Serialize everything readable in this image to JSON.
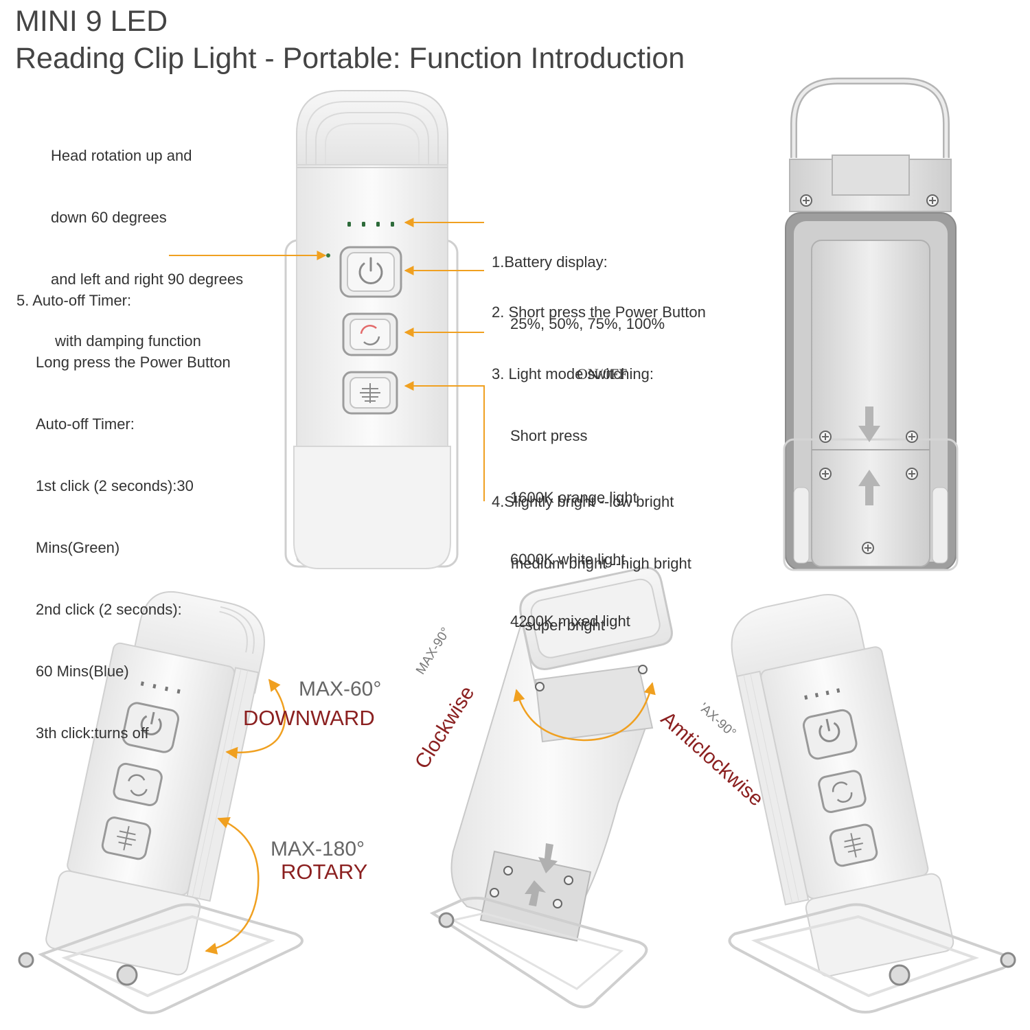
{
  "header": {
    "line1": "MINI 9 LED",
    "line2": "Reading Clip Light - Portable: Function Introduction"
  },
  "notes": {
    "head_rotation": [
      "Head rotation up and",
      "down 60 degrees",
      "and left and right 90 degrees",
      " with damping function"
    ],
    "auto_off": [
      "5. Auto-off Timer:",
      "Long press the Power Button",
      "Auto-off Timer:",
      "1st click (2 seconds):30",
      "Mins(Green)",
      "2nd click (2 seconds):",
      "60 Mins(Blue)",
      "3th click:turns off"
    ],
    "battery": [
      "1.Battery display:",
      "25%, 50%, 75%, 100%"
    ],
    "power": [
      "2. Short press the Power Button",
      "ON/0FF"
    ],
    "mode": [
      "3. Light mode switching:",
      "Short press",
      "1600K orange light",
      "6000K white light",
      "4200K mixed light"
    ],
    "bright": [
      "4.Slightly bright --low bright",
      "medium bright --high bright",
      "--super bright"
    ]
  },
  "captions": {
    "max60": "MAX-60°",
    "downward": "DOWNWARD",
    "max180": "MAX-180°",
    "rotary": "ROTARY",
    "max90_left": "MAX-90°",
    "clockwise": "Clockwise",
    "max90_right": "'AX-90°",
    "anticlockwise": "Amticlockwise"
  },
  "colors": {
    "accent_orange": "#f0a020",
    "caption_red": "#8b2020",
    "battery_led": "#2d6b3a",
    "device_white": "#f4f4f4"
  }
}
